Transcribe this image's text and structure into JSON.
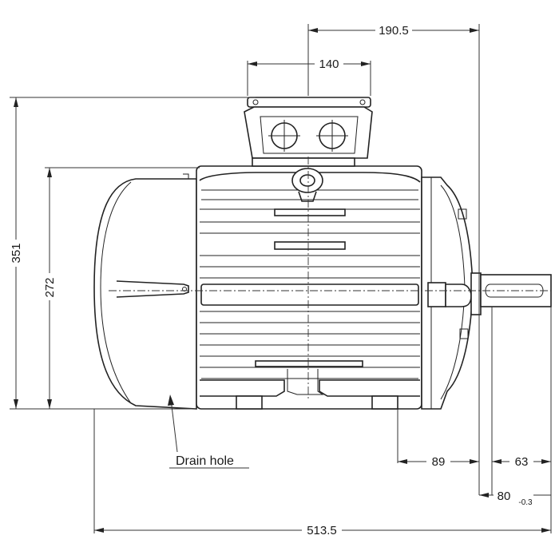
{
  "dimensions": {
    "terminal_box_offset": "190.5",
    "terminal_box_width": "140",
    "overall_height": "351",
    "frame_height": "272",
    "foot_to_shaft_end": "89",
    "shaft_length": "63",
    "shaft_extension": "80",
    "shaft_extension_tolerance": "-0.3",
    "overall_length": "513.5"
  },
  "annotations": {
    "drain_hole": "Drain hole"
  }
}
